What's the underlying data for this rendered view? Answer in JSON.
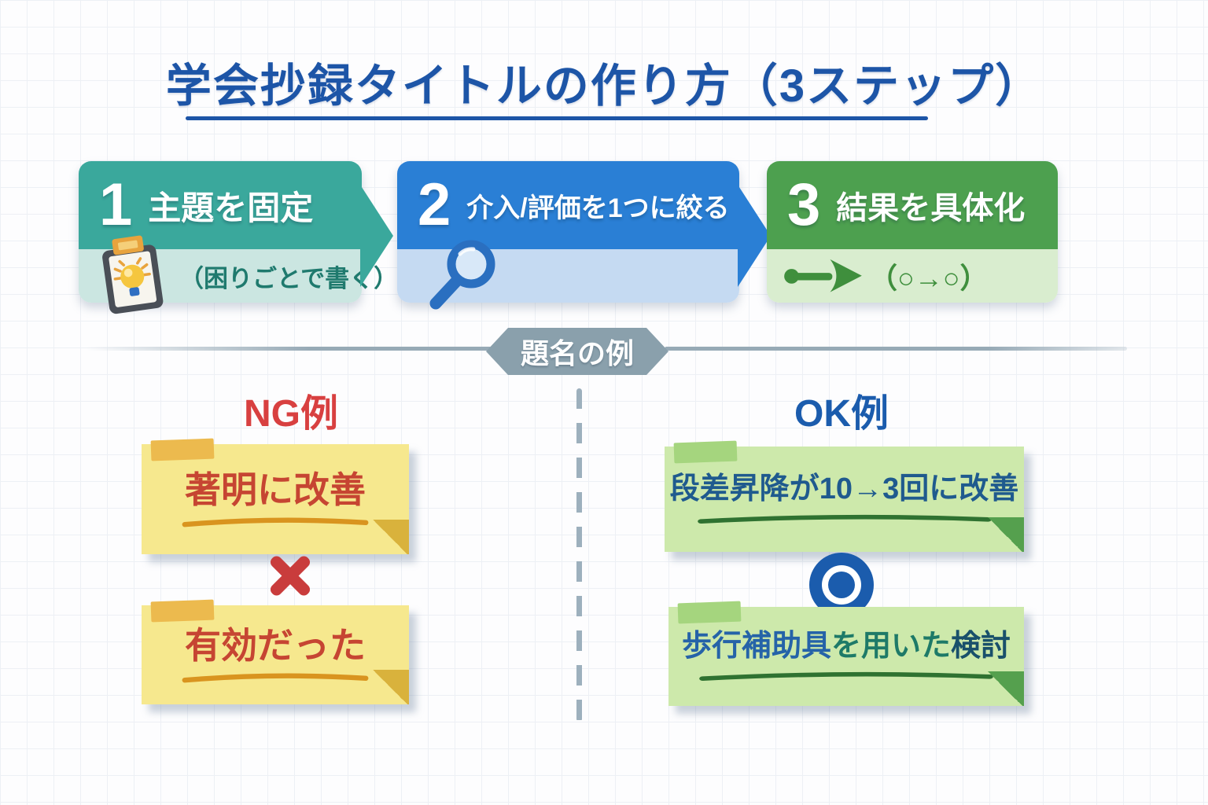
{
  "colors": {
    "title_blue": "#1d55a7",
    "step1_dark": "#3aa89c",
    "step1_light": "#cbe6e1",
    "step1_text": "#1f7a6e",
    "step2_dark": "#2a7fd5",
    "step2_light": "#c5daf2",
    "step2_icon": "#2a6fc0",
    "step2_icon_glass": "#d8e8f8",
    "step3_dark": "#4da04f",
    "step3_light": "#d9edcf",
    "step3_icon": "#3f8f3d",
    "divider_gray": "#97aab6",
    "badge_bg": "#8aa0ac",
    "badge_text": "#ffffff",
    "ng_red": "#d84040",
    "ok_blue": "#1b5cad",
    "note_yellow": "#f6e88e",
    "note_yellow_tab": "#ecba4e",
    "note_yellow_fold": "#d9b23c",
    "note_yellow_underline": "#d9941f",
    "note_yellow_text": "#c64532",
    "cross_red": "#c93c3c",
    "note_green": "#cde9ab",
    "note_green_tab": "#a5d57e",
    "note_green_fold": "#55a04e",
    "note_green_underline": "#2f7231",
    "green_text_navy": "#1f5a8e",
    "green_text_blue": "#2563a8",
    "green_text_teal": "#1e7a68",
    "green_text_dark": "#19506b",
    "dash_gray": "#9db0bd",
    "clipboard_frame": "#4a4f57",
    "bulb_yellow": "#f5c63f",
    "bulb_base_blue": "#2f6fc2",
    "clip_orange": "#e8a33d"
  },
  "title": {
    "text": "学会抄録タイトルの作り方（3ステップ）"
  },
  "steps": [
    {
      "number": "1",
      "heading": "主題を固定",
      "sub": "（困りごとで書く）"
    },
    {
      "number": "2",
      "heading": "介入/評価を1つに絞る",
      "sub": ""
    },
    {
      "number": "3",
      "heading": "結果を具体化",
      "sub": "（○→○）"
    }
  ],
  "divider": {
    "badge": "題名の例"
  },
  "ng": {
    "heading": "NG例",
    "note1": "著明に改善",
    "note2": "有効だった"
  },
  "ok": {
    "heading": "OK例",
    "note1": "段差昇降が10→3回に改善",
    "note2a": "歩行補助具",
    "note2b": "を用いた",
    "note2c": "検討"
  }
}
